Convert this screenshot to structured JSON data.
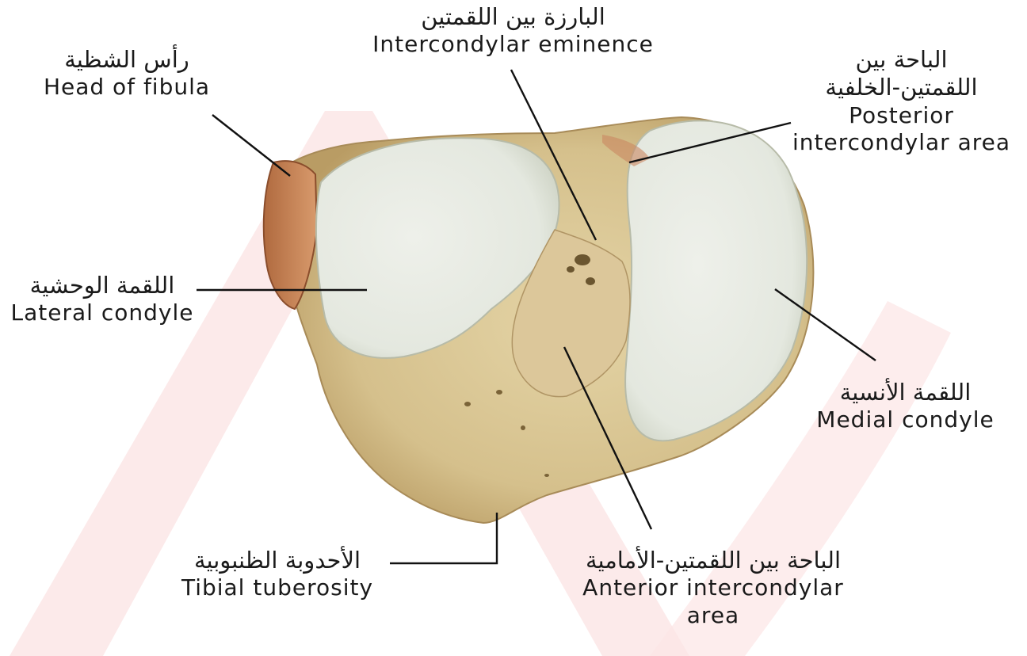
{
  "labels": {
    "eminence": {
      "ar": "البارزة بين اللقمتين",
      "en": "Intercondylar eminence"
    },
    "fibula_head": {
      "ar": "رأس الشظية",
      "en": "Head of fibula"
    },
    "posterior_area": {
      "ar1": "الباحة بين",
      "ar2": "اللقمتين-الخلفية",
      "en1": "Posterior",
      "en2": "intercondylar area"
    },
    "lateral_condyle": {
      "ar": "اللقمة الوحشية",
      "en": "Lateral condyle"
    },
    "medial_condyle": {
      "ar": "اللقمة الأنسية",
      "en": "Medial condyle"
    },
    "tibial_tuberosity": {
      "ar": "الأحدوبة الظنبوبية",
      "en": "Tibial tuberosity"
    },
    "anterior_area": {
      "ar": "الباحة بين اللقمتين-الأمامية",
      "en1": "Anterior intercondylar",
      "en2": "area"
    }
  },
  "colors": {
    "bone": "#d9c79a",
    "bone_shadow": "#b89f6a",
    "cartilage": "#f1f3ee",
    "fibula": "#c98a5c",
    "watermark": "#fbe3e3",
    "leader": "#111111"
  }
}
